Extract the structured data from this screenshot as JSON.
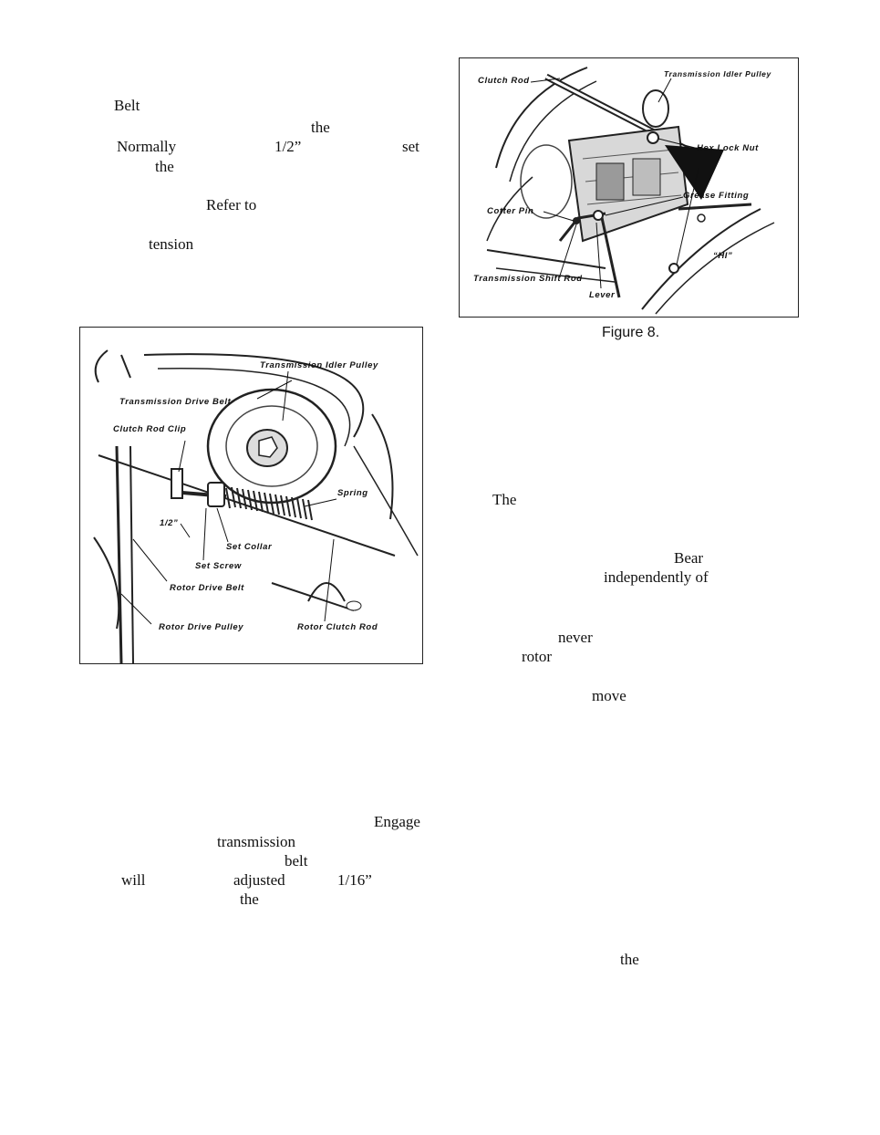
{
  "left_column_words": {
    "belt": "Belt",
    "the_1": "the",
    "normally": "Normally",
    "half_inch": "1/2”",
    "set": "set",
    "the_2": "the",
    "refer_to": "Refer to",
    "tension": "tension",
    "engage": "Engage",
    "transmission": "transmission",
    "belt_2": "belt",
    "will": "will",
    "adjusted": "adjusted",
    "sixteenth_inch": "1/16”",
    "the_3": "the"
  },
  "right_column_words": {
    "the_cap": "The",
    "bear": "Bear",
    "independently_of": "independently of",
    "never": "never",
    "rotor": "rotor",
    "move": "move",
    "the_4": "the"
  },
  "figure_left": {
    "labels": {
      "transmission_idler_pulley": "Transmission Idler Pulley",
      "transmission_drive_belt": "Transmission Drive Belt",
      "clutch_rod_clip": "Clutch Rod Clip",
      "spring": "Spring",
      "half_inch": "1/2”",
      "set_collar": "Set Collar",
      "set_screw": "Set Screw",
      "rotor_drive_belt": "Rotor Drive Belt",
      "rotor_drive_pulley": "Rotor Drive Pulley",
      "rotor_clutch_rod": "Rotor Clutch Rod"
    }
  },
  "figure_right": {
    "caption": "Figure 8.",
    "labels": {
      "clutch_rod": "Clutch Rod",
      "transmission_idler_pulley": "Transmission Idler Pulley",
      "hex_lock_nut": "Hex Lock Nut",
      "grease_fitting": "Grease Fitting",
      "cotter_pin": "Cotter Pin",
      "hi": "“HI”",
      "transmission_shift_rod": "Transmission Shift Rod",
      "lever": "Lever"
    }
  }
}
